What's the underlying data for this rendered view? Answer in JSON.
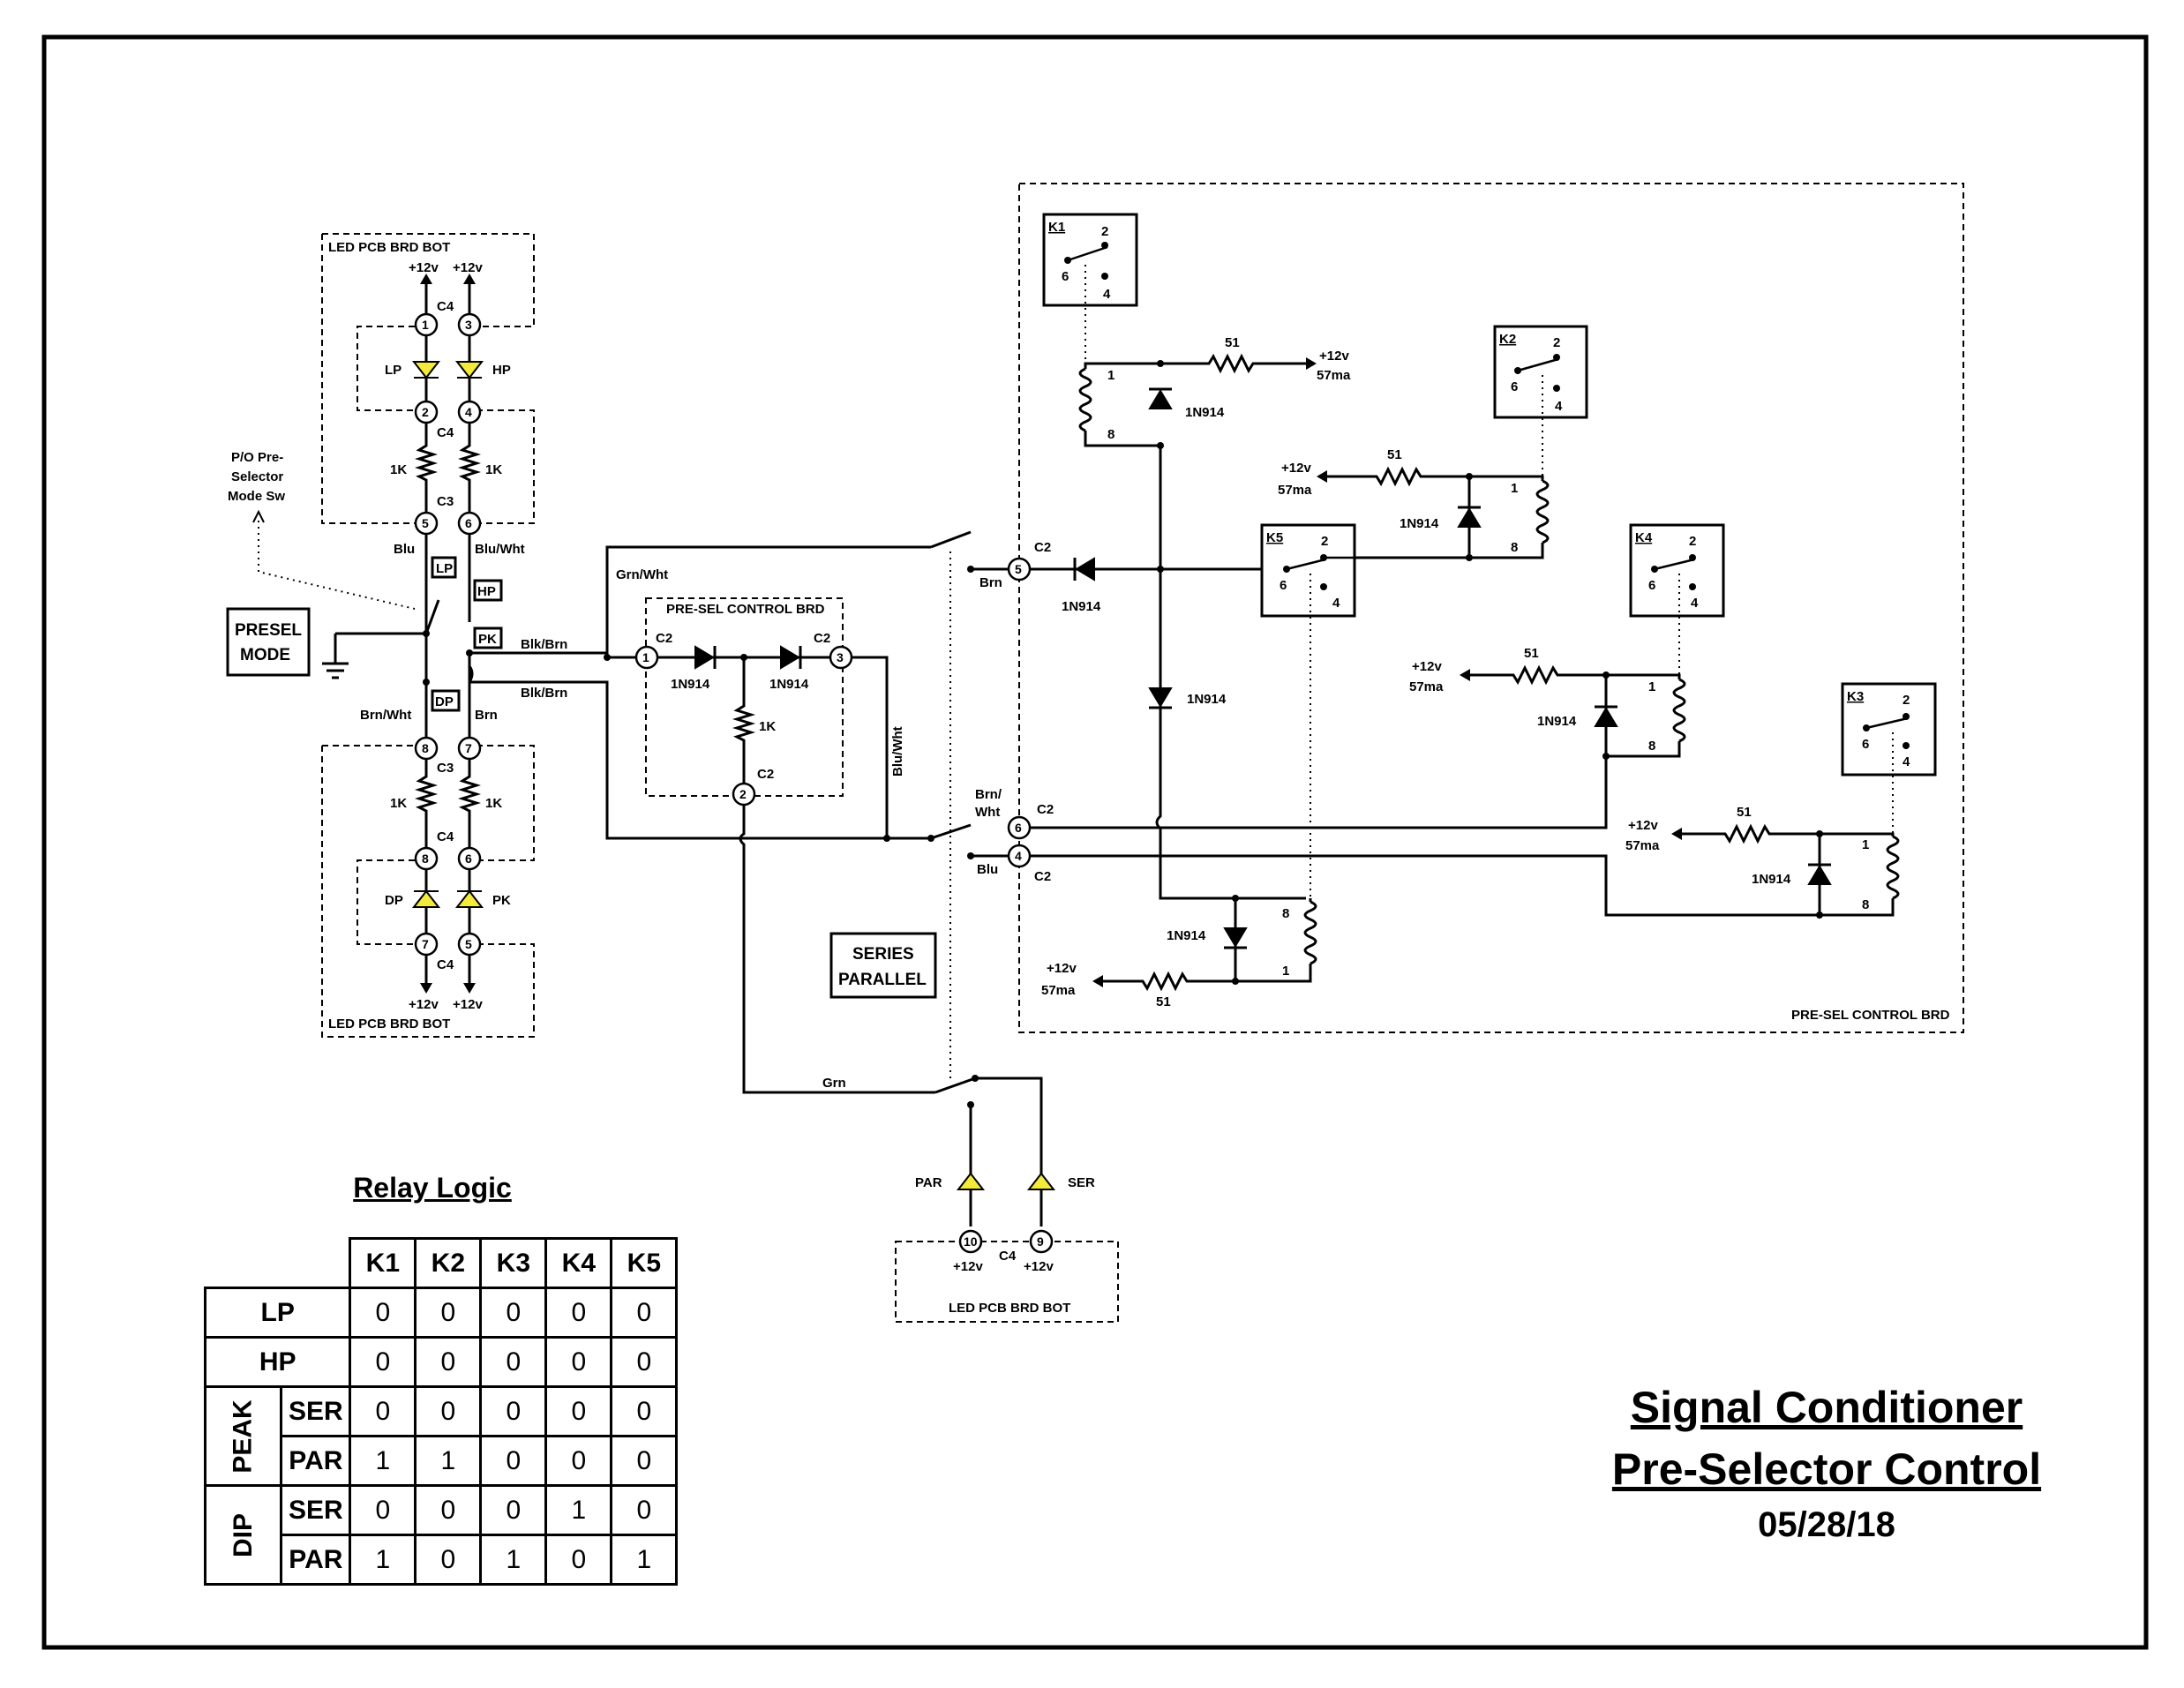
{
  "title": {
    "line1": "Signal Conditioner",
    "line2": "Pre-Selector Control",
    "date": "05/28/18"
  },
  "relay_logic": {
    "caption": "Relay Logic",
    "columns": [
      "K1",
      "K2",
      "K3",
      "K4",
      "K5"
    ],
    "rows": [
      {
        "group": "",
        "label": "LP",
        "values": [
          "0",
          "0",
          "0",
          "0",
          "0"
        ]
      },
      {
        "group": "",
        "label": "HP",
        "values": [
          "0",
          "0",
          "0",
          "0",
          "0"
        ]
      },
      {
        "group": "PEAK",
        "label": "SER",
        "values": [
          "0",
          "0",
          "0",
          "0",
          "0"
        ]
      },
      {
        "group": "PEAK",
        "label": "PAR",
        "values": [
          "1",
          "1",
          "0",
          "0",
          "0"
        ]
      },
      {
        "group": "DIP",
        "label": "SER",
        "values": [
          "0",
          "0",
          "0",
          "1",
          "0"
        ]
      },
      {
        "group": "DIP",
        "label": "PAR",
        "values": [
          "1",
          "0",
          "1",
          "0",
          "1"
        ]
      }
    ]
  },
  "boards": {
    "led_board": "LED PCB BRD BOT",
    "control_board": "PRE-SEL CONTROL BRD"
  },
  "labels": {
    "v12": "+12v",
    "ma57": "57ma",
    "c4": "C4",
    "c3": "C3",
    "c2": "C2",
    "r1k": "1K",
    "r51": "51",
    "diode": "1N914",
    "lp": "LP",
    "hp": "HP",
    "pk": "PK",
    "dp": "DP",
    "par": "PAR",
    "ser": "SER",
    "presel_mode_1": "PRESEL",
    "presel_mode_2": "MODE",
    "po_1": "P/O Pre-",
    "po_2": "Selector",
    "po_3": "Mode Sw",
    "series_1": "SERIES",
    "series_2": "PARALLEL",
    "blu": "Blu",
    "blu_wht": "Blu/Wht",
    "blk_brn": "Blk/Brn",
    "brn_wht": "Brn/Wht",
    "brn": "Brn",
    "grn_wht": "Grn/Wht",
    "grn": "Grn",
    "brn_slash": "Brn/",
    "wht": "Wht",
    "k1": "K1",
    "k2": "K2",
    "k3": "K3",
    "k4": "K4",
    "k5": "K5",
    "p1": "1",
    "p2": "2",
    "p3": "3",
    "p4": "4",
    "p5": "5",
    "p6": "6",
    "p7": "7",
    "p8": "8",
    "p9": "9",
    "p10": "10"
  }
}
